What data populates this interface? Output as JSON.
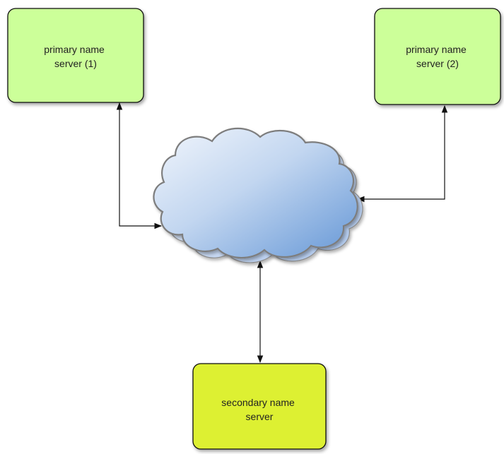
{
  "nodes": {
    "primary_1": {
      "line1": "primary name",
      "line2": "server (1)"
    },
    "primary_2": {
      "line1": "primary name",
      "line2": "server (2)"
    },
    "secondary": {
      "line1": "secondary name",
      "line2": "server"
    }
  },
  "colors": {
    "primary_fill": "#ccff99",
    "secondary_fill": "#ddf033",
    "cloud_light": "#eef3fb",
    "cloud_dark": "#6f9ed8",
    "stroke": "#111111"
  },
  "edges": [
    {
      "from": "primary_1",
      "to": "network",
      "arrows": "both"
    },
    {
      "from": "primary_2",
      "to": "network",
      "arrows": "both"
    },
    {
      "from": "secondary",
      "to": "network",
      "arrows": "both"
    }
  ]
}
